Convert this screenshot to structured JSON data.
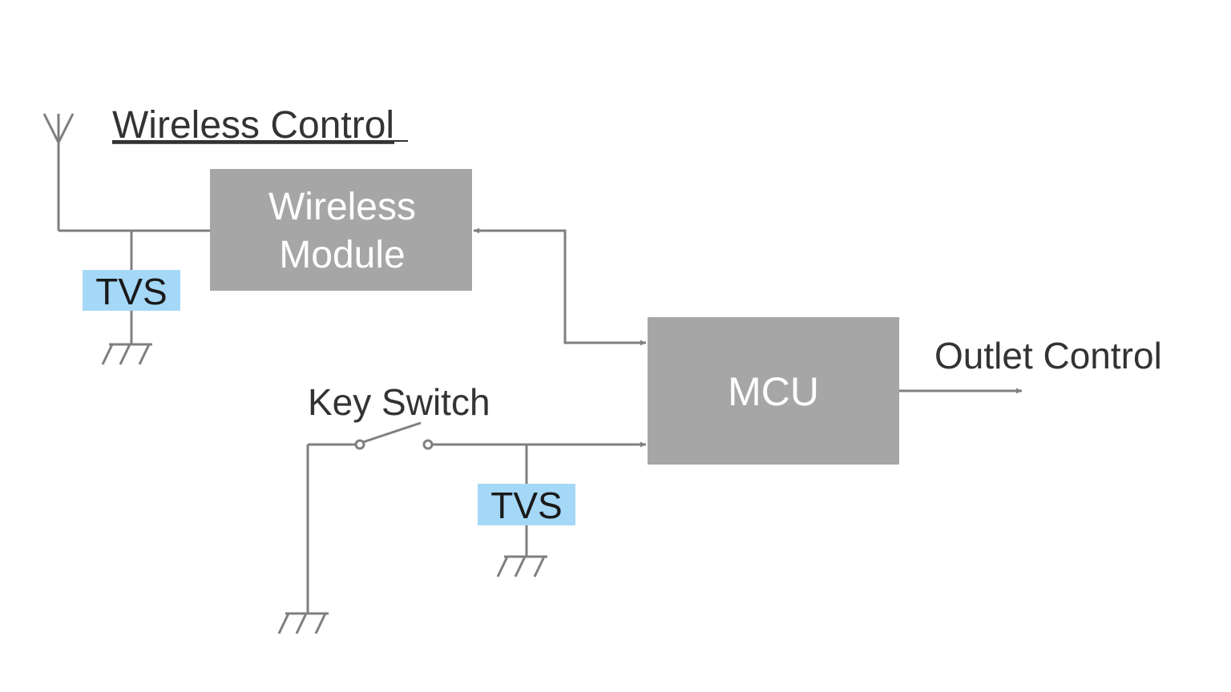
{
  "diagram": {
    "title": "Wireless Control",
    "wireless_module": {
      "line1": "Wireless",
      "line2": "Module"
    },
    "tvs_top": "TVS",
    "tvs_bottom": "TVS",
    "mcu": "MCU",
    "outlet_control": "Outlet Control",
    "key_switch": "Key Switch"
  },
  "colors": {
    "wire": "#7f7f7f",
    "block_fill": "#a6a6a6",
    "block_text": "#ffffff",
    "tvs_fill": "#a5d8f7",
    "tvs_text": "#1a1a1a",
    "label_text": "#333333"
  }
}
